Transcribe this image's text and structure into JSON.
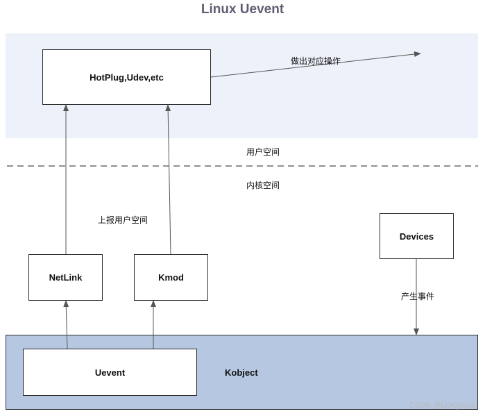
{
  "title": "Linux Uevent",
  "zones": {
    "user_space_label": "用户空间",
    "kernel_space_label": "内核空间"
  },
  "boxes": {
    "hotplug": "HotPlug,Udev,etc",
    "netlink": "NetLink",
    "kmod": "Kmod",
    "devices": "Devices",
    "uevent": "Uevent"
  },
  "kobject_label": "Kobject",
  "edge_labels": {
    "act": "做出对应操作",
    "report": "上报用户空间",
    "event": "产生事件"
  },
  "watermark": "CSDN @ListQueue"
}
